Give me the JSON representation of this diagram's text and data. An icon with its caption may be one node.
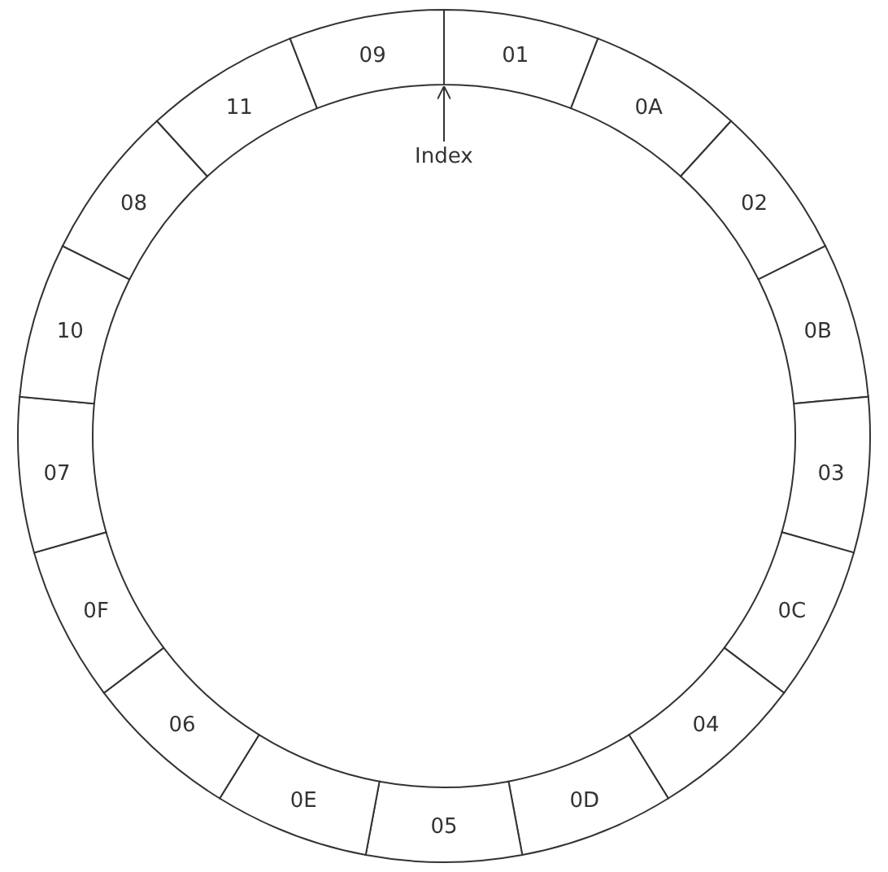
{
  "diagram": {
    "nodes": [
      {
        "text": [
          "01"
        ]
      },
      {
        "text": [
          "0A"
        ]
      },
      {
        "text": [
          "02"
        ]
      },
      {
        "text": [
          "0B"
        ]
      },
      {
        "text": [
          "03"
        ]
      },
      {
        "text": [
          "0C"
        ]
      },
      {
        "text": [
          "04"
        ]
      },
      {
        "text": [
          "0D"
        ]
      },
      {
        "text": [
          "05"
        ]
      },
      {
        "text": [
          "0E"
        ]
      },
      {
        "text": [
          "06"
        ]
      },
      {
        "text": [
          "0F"
        ]
      },
      {
        "text": [
          "07"
        ]
      },
      {
        "text": [
          "10"
        ]
      },
      {
        "text": [
          "08"
        ]
      },
      {
        "text": [
          "11"
        ]
      },
      {
        "text": [
          "09"
        ]
      },
      {
        "text": [
          "Index"
        ]
      }
    ],
    "edges": [
      {
        "from": 17,
        "to": 0,
        "arrow": "to"
      }
    ]
  }
}
